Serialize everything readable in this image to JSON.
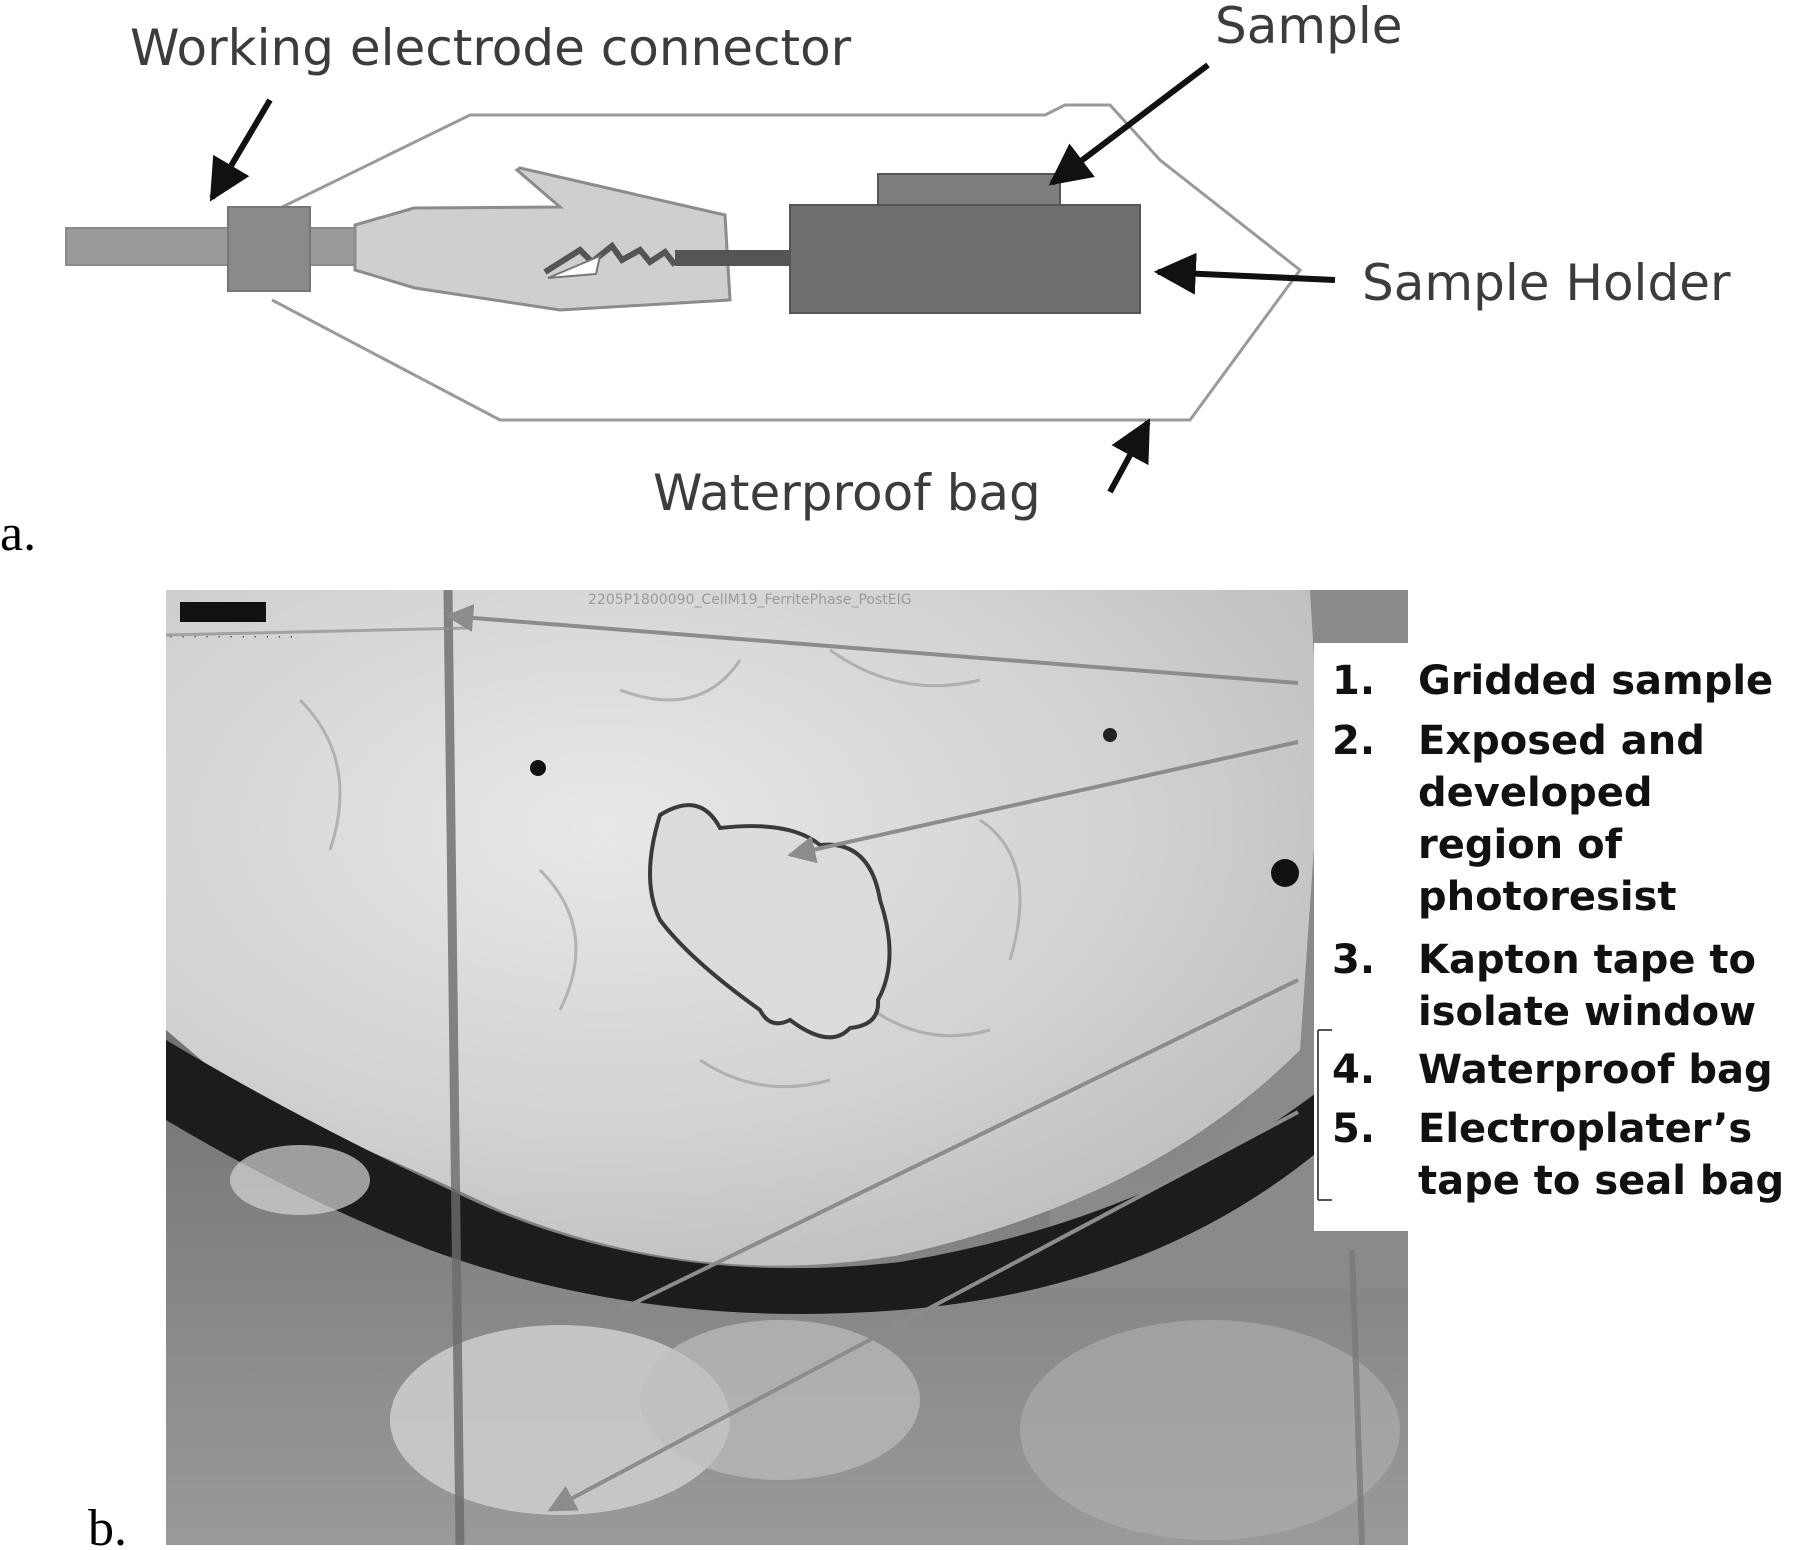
{
  "panel_a": {
    "letter": "a.",
    "labels": {
      "connector": "Working electrode connector",
      "sample": "Sample",
      "holder": "Sample Holder",
      "bag": "Waterproof bag"
    }
  },
  "panel_b": {
    "letter": "b.",
    "image_title": "2205P1800090_CellM19_FerritePhase_PostEIG",
    "items": [
      {
        "num": "1.",
        "lines": [
          "Gridded sample"
        ]
      },
      {
        "num": "2.",
        "lines": [
          "Exposed and",
          "developed",
          "region of",
          "photoresist"
        ]
      },
      {
        "num": "3.",
        "lines": [
          "Kapton tape to",
          "isolate window"
        ]
      },
      {
        "num": "4.",
        "lines": [
          "Waterproof bag"
        ]
      },
      {
        "num": "5.",
        "lines": [
          "Electroplater’s",
          "tape to seal bag"
        ]
      }
    ]
  },
  "colors": {
    "holder": "#6e6e6e",
    "connector": "#8a8a8a",
    "clip": "#c4c4c4",
    "bag_outline": "#9a9a9a",
    "callout_line": "#8c8c8c"
  }
}
